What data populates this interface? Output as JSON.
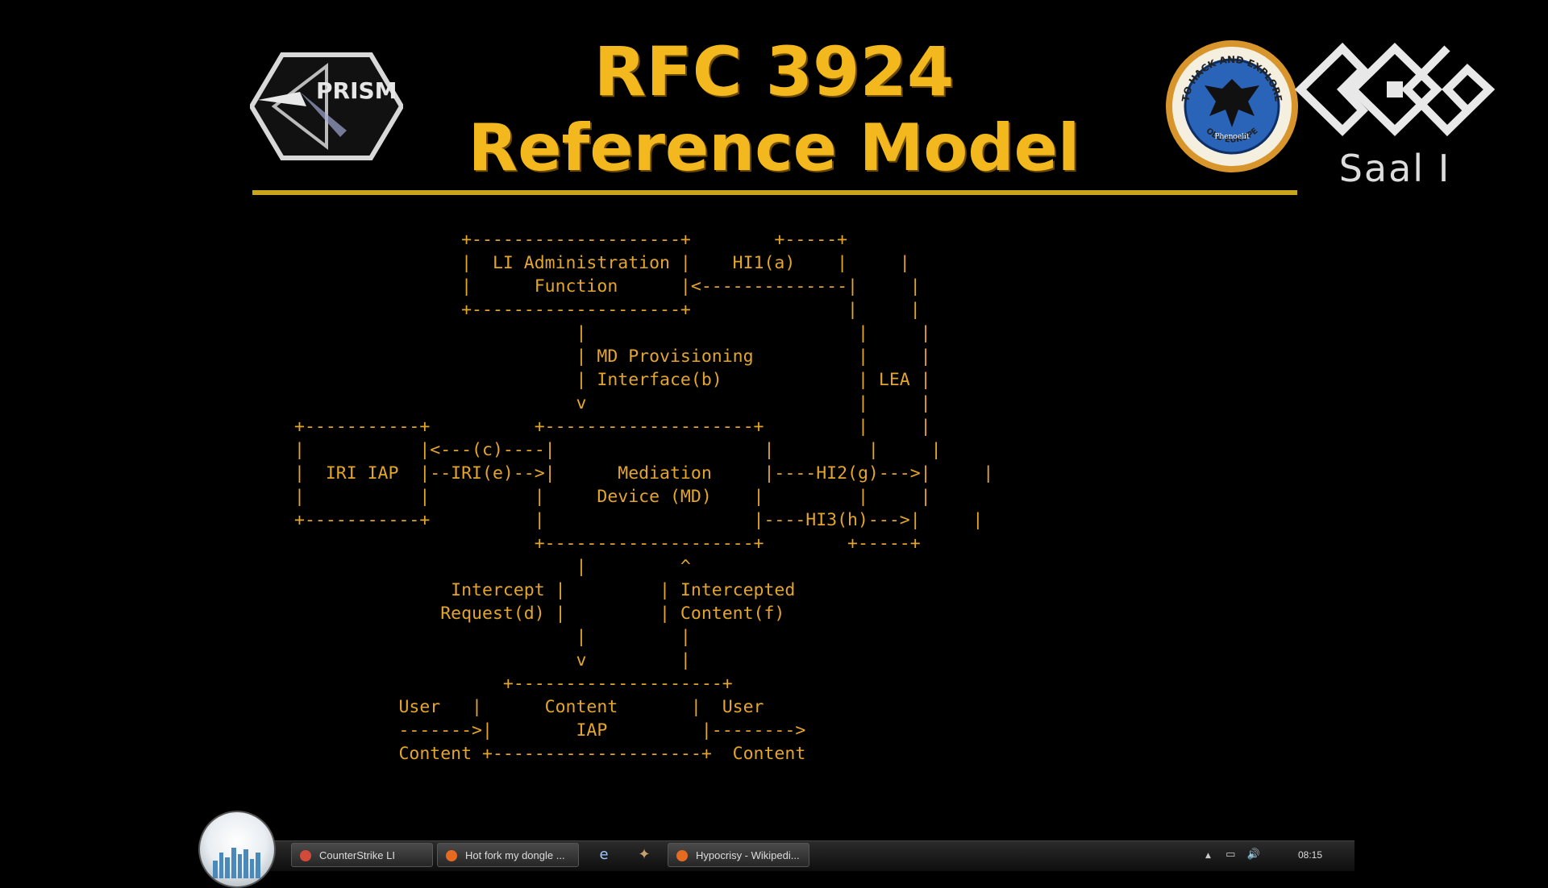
{
  "slide": {
    "title_line1": "RFC 3924",
    "title_line2": "Reference Model",
    "prism_logo_text": "PRISM",
    "badge": {
      "top_text": "TO HACK AND EXPLORE",
      "center_text": "Phenoelit",
      "bottom_text": "OLD EUROPE"
    },
    "room_label": "Saal I",
    "colors": {
      "title": "#f2b81e",
      "diagram": "#e4a52b",
      "rule": "#c9a51d"
    }
  },
  "diagram": {
    "lines": [
      "                +--------------------+        +-----+",
      "                |  LI Administration |    HI1(a)    |     |",
      "                |      Function      |<--------------|     |",
      "                +--------------------+               |     |",
      "                           |                          |     |",
      "                           | MD Provisioning          |     |",
      "                           | Interface(b)             | LEA |",
      "                           v                          |     |",
      "+-----------+          +--------------------+         |     |",
      "|           |<---(c)----|                    |         |     |",
      "|  IRI IAP  |--IRI(e)-->|      Mediation     |----HI2(g)--->|     |",
      "|           |          |     Device (MD)    |         |     |",
      "+-----------+          |                    |----HI3(h)--->|     |",
      "                       +--------------------+        +-----+",
      "                           |         ^",
      "               Intercept |         | Intercepted",
      "              Request(d) |         | Content(f)",
      "                           |         |",
      "                           v         |",
      "                    +--------------------+",
      "          User   |      Content       |  User",
      "          ------->|        IAP         |-------->",
      "          Content +--------------------+  Content"
    ]
  },
  "taskbar": {
    "items": [
      {
        "label": "CounterStrike LI",
        "icon": "counterstrike-icon",
        "color": "#d24b3a"
      },
      {
        "label": "Hot fork my dongle ...",
        "icon": "firefox-icon",
        "color": "#e66b21"
      },
      {
        "label": "Hypocrisy - Wikipedi...",
        "icon": "firefox-icon",
        "color": "#e66b21"
      }
    ],
    "quick_launch": [
      {
        "icon": "internet-explorer-icon",
        "glyph": "e"
      },
      {
        "icon": "bird-icon",
        "glyph": "✦"
      }
    ],
    "tray": {
      "arrow": "▲",
      "network": "▭",
      "volume": "🔊"
    },
    "clock": "08:15"
  }
}
